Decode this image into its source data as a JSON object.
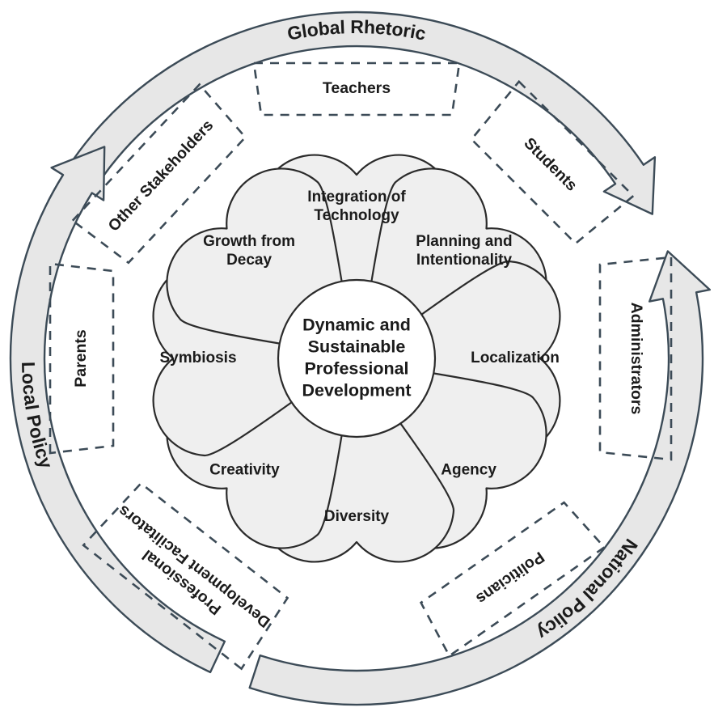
{
  "diagram": {
    "title": "Dynamic and Sustainable Professional Development",
    "center": {
      "lines": [
        "Dynamic and",
        "Sustainable",
        "Professional",
        "Development"
      ]
    },
    "petals": [
      {
        "id": "integration-of-technology",
        "lines": [
          "Integration of",
          "Technology"
        ],
        "angle": -90
      },
      {
        "id": "planning-and-intentionality",
        "lines": [
          "Planning and",
          "Intentionality"
        ],
        "angle": -45
      },
      {
        "id": "localization",
        "lines": [
          "Localization"
        ],
        "angle": 0
      },
      {
        "id": "agency",
        "lines": [
          "Agency"
        ],
        "angle": 45
      },
      {
        "id": "diversity",
        "lines": [
          "Diversity"
        ],
        "angle": 90
      },
      {
        "id": "creativity",
        "lines": [
          "Creativity"
        ],
        "angle": 135
      },
      {
        "id": "symbiosis",
        "lines": [
          "Symbiosis"
        ],
        "angle": 180
      },
      {
        "id": "growth-from-decay",
        "lines": [
          "Growth from",
          "Decay"
        ],
        "angle": -135
      }
    ],
    "stakeholders": [
      {
        "id": "teachers",
        "lines": [
          "Teachers"
        ],
        "angle": -90
      },
      {
        "id": "students",
        "lines": [
          "Students"
        ],
        "angle": -45
      },
      {
        "id": "administrators",
        "lines": [
          "Administrators"
        ],
        "angle": 0
      },
      {
        "id": "politicians",
        "lines": [
          "Politicians"
        ],
        "angle": 55
      },
      {
        "id": "professional-development-facilitators",
        "lines": [
          "Professional",
          "Development Facilitators"
        ],
        "angle": 128
      },
      {
        "id": "parents",
        "lines": [
          "Parents"
        ],
        "angle": 180
      },
      {
        "id": "other-stakeholders",
        "lines": [
          "Other Stakeholders"
        ],
        "angle": -137
      }
    ],
    "bands": [
      {
        "id": "global-rhetoric",
        "label": "Global Rhetoric"
      },
      {
        "id": "national-policy",
        "label": "National Policy"
      },
      {
        "id": "local-policy",
        "label": "Local Policy"
      }
    ],
    "colors": {
      "petal_fill": "#efefef",
      "petal_stroke": "#2b2b2b",
      "band_fill": "#e7e7e7",
      "band_stroke": "#3c4b57",
      "dash_stroke": "#3c4b57",
      "text": "#1b1b1b",
      "background": "#ffffff"
    }
  }
}
